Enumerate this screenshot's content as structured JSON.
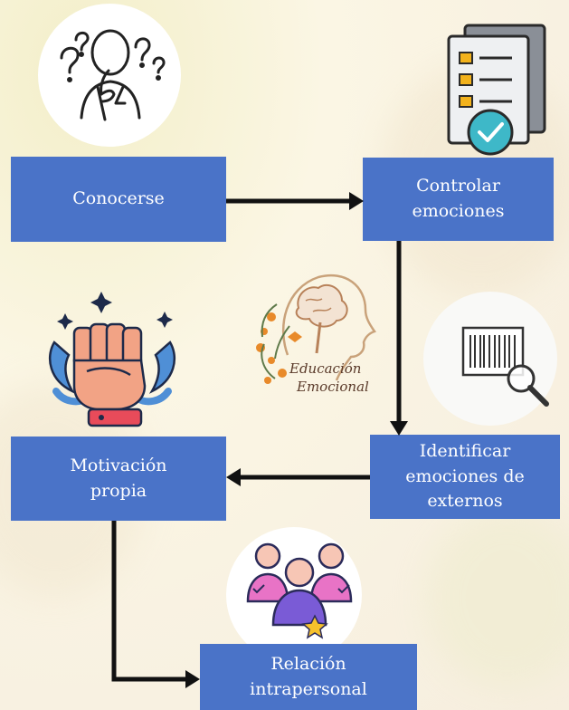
{
  "nodes": {
    "conocerse": "Conocerse",
    "controlar_1": "Controlar",
    "controlar_2": "emociones",
    "identificar_1": "Identificar",
    "identificar_2": "emociones de",
    "identificar_3": "externos",
    "motivacion_1": "Motivación",
    "motivacion_2": "propia",
    "relacion_1": "Relación",
    "relacion_2": "intrapersonal"
  },
  "logo": {
    "line1": "Educación",
    "line2": "Emocional"
  },
  "colors": {
    "box": "#4a73c8",
    "arrow": "#111111",
    "background": "#fbf6e4"
  },
  "icons": [
    "thinking-person-icon",
    "checklist-icon",
    "barcode-search-icon",
    "raised-fist-icon",
    "team-icon",
    "brain-head-logo"
  ]
}
